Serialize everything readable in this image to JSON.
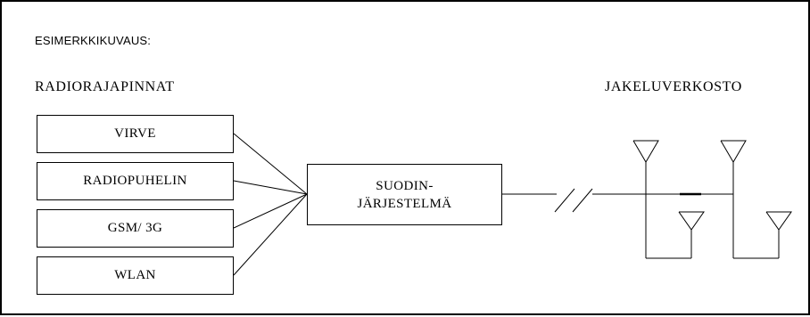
{
  "caption": "ESIMERKKIKUVAUS:",
  "radio_interfaces": {
    "title": "RADIORAJAPINNAT",
    "items": [
      "VIRVE",
      "RADIOPUHELIN",
      "GSM/ 3G",
      "WLAN"
    ]
  },
  "filter": {
    "line1": "SUODIN-",
    "line2": "JÄRJESTELMÄ"
  },
  "distribution": {
    "title": "JAKELUVERKOSTO"
  },
  "colors": {
    "stroke": "#000000",
    "background": "#ffffff"
  }
}
